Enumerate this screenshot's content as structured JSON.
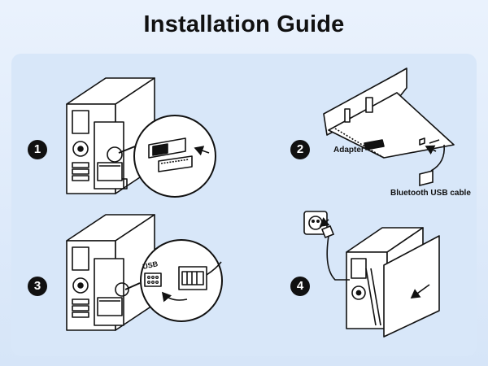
{
  "title": "Installation Guide",
  "steps": [
    {
      "number": "1"
    },
    {
      "number": "2",
      "labels": {
        "adapter": "Adapter",
        "cable": "Bluetooth USB cable"
      }
    },
    {
      "number": "3",
      "labels": {
        "port": "USB"
      }
    },
    {
      "number": "4"
    }
  ],
  "colors": {
    "background": "#d8e7f9",
    "line": "#111111",
    "fill": "#ffffff"
  },
  "icons": [
    "pc-tower-icon",
    "magnifier-icon",
    "pcie-card-icon",
    "usb-cable-icon",
    "power-plug-icon",
    "arrow-icon"
  ]
}
